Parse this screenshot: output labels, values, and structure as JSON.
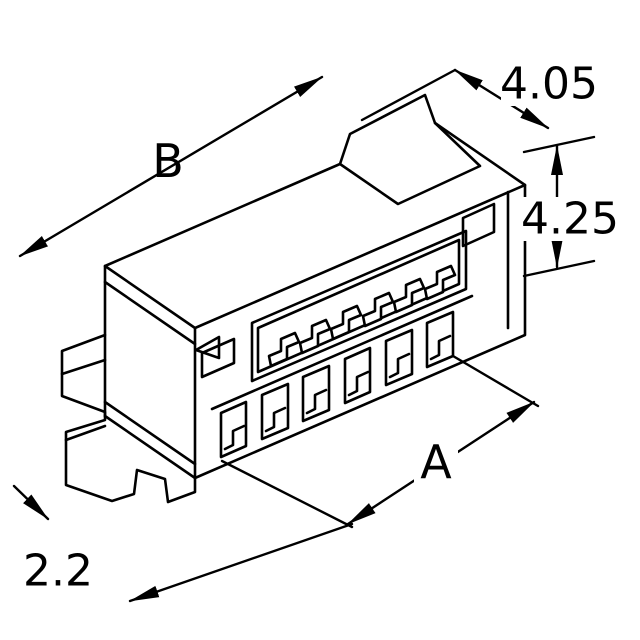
{
  "page": {
    "background": "#ffffff",
    "line_color": "#000000"
  },
  "drawing": {
    "type": "isometric-technical-drawing",
    "subject": "6-position side-entry connector housing",
    "positions": 6
  },
  "labels": {
    "b": "B",
    "a": "A",
    "d_top": "4.05",
    "d_right": "4.25",
    "d_left": "2.2"
  }
}
